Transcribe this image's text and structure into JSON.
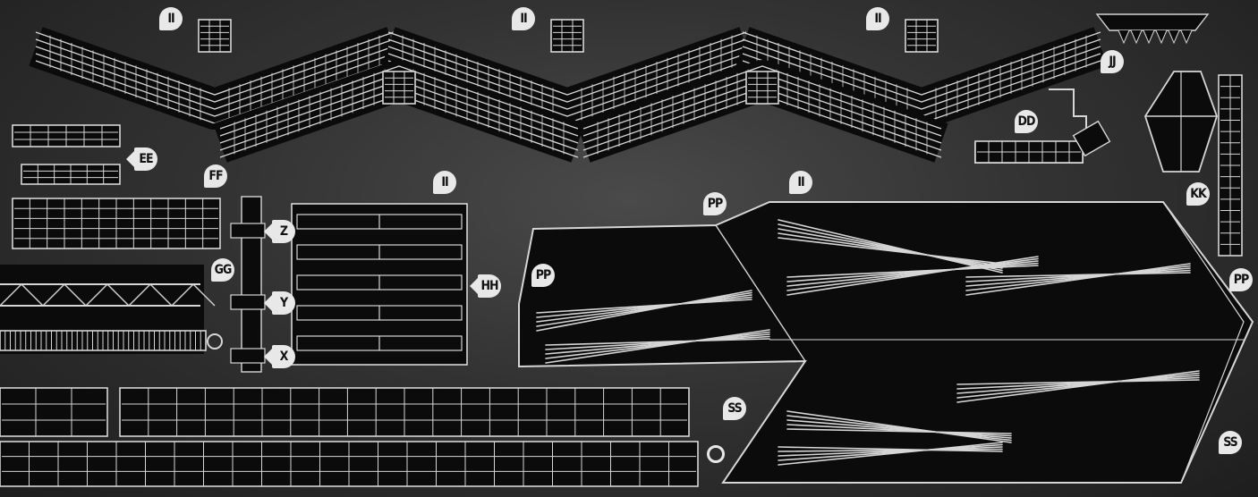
{
  "labels": {
    "ii_1": "II",
    "ii_2": "II",
    "ii_3": "II",
    "ii_4": "II",
    "ii_5": "II",
    "jj": "JJ",
    "dd": "DD",
    "kk": "KK",
    "ee": "EE",
    "ff": "FF",
    "gg": "GG",
    "z": "Z",
    "y": "Y",
    "x": "X",
    "hh": "HH",
    "pp_1": "PP",
    "pp_2": "PP",
    "pp_3": "PP",
    "ss_1": "SS",
    "ss_2": "SS"
  },
  "colors": {
    "fret": "#0b0b0b",
    "metal": "#d6d6d6",
    "label": "#e8e8e8"
  }
}
